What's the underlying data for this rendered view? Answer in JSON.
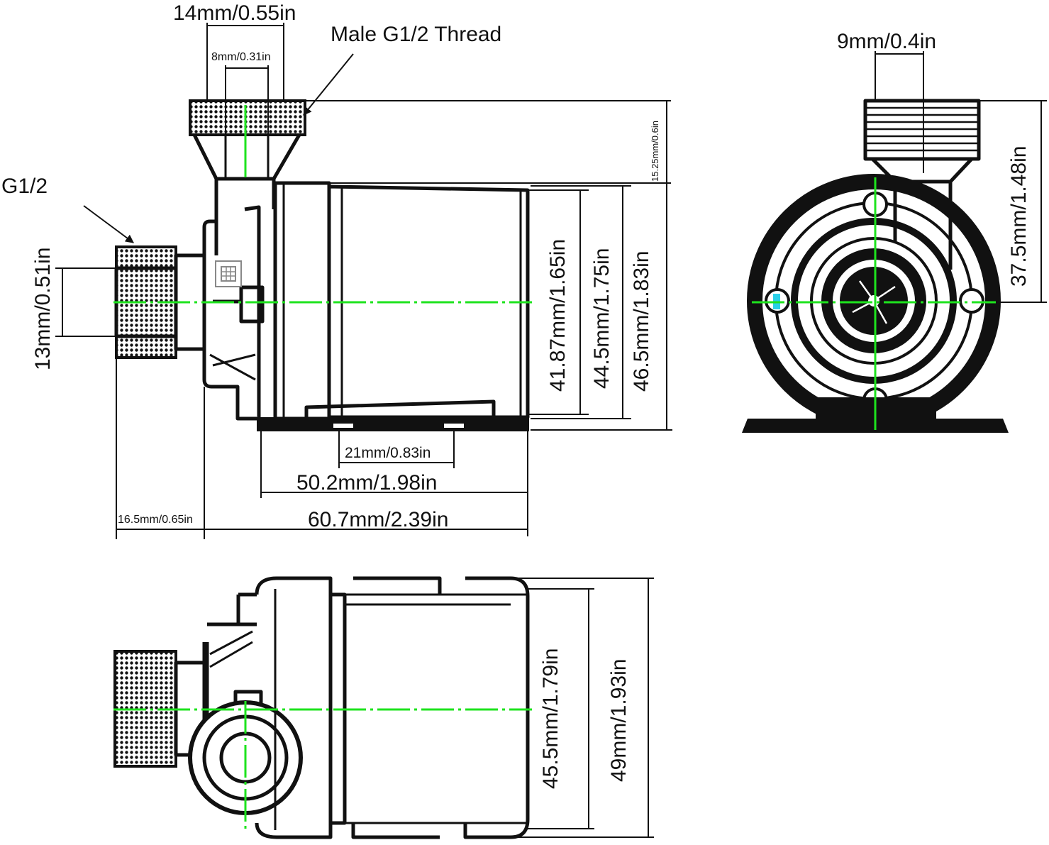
{
  "labels": {
    "top_width": "14mm/0.55in",
    "top_bore": "8mm/0.31in",
    "male_thread": "Male G1/2 Thread",
    "g12": "G1/2",
    "inlet_dia": "13mm/0.51in",
    "thread_len": "15.25mm/0.6in",
    "h_4187": "41.87mm/1.65in",
    "h_445": "44.5mm/1.75in",
    "h_465": "46.5mm/1.83in",
    "base_21": "21mm/0.83in",
    "len_502": "50.2mm/1.98in",
    "inlet_len": "16.5mm/0.65in",
    "len_607": "60.7mm/2.39in",
    "side_bore": "9mm/0.4in",
    "side_h": "37.5mm/1.48in",
    "bottom_455": "45.5mm/1.79in",
    "bottom_49": "49mm/1.93in"
  },
  "colors": {
    "outline": "#111111",
    "centerline": "#1ee31e",
    "marker": "#2ad0e8"
  }
}
